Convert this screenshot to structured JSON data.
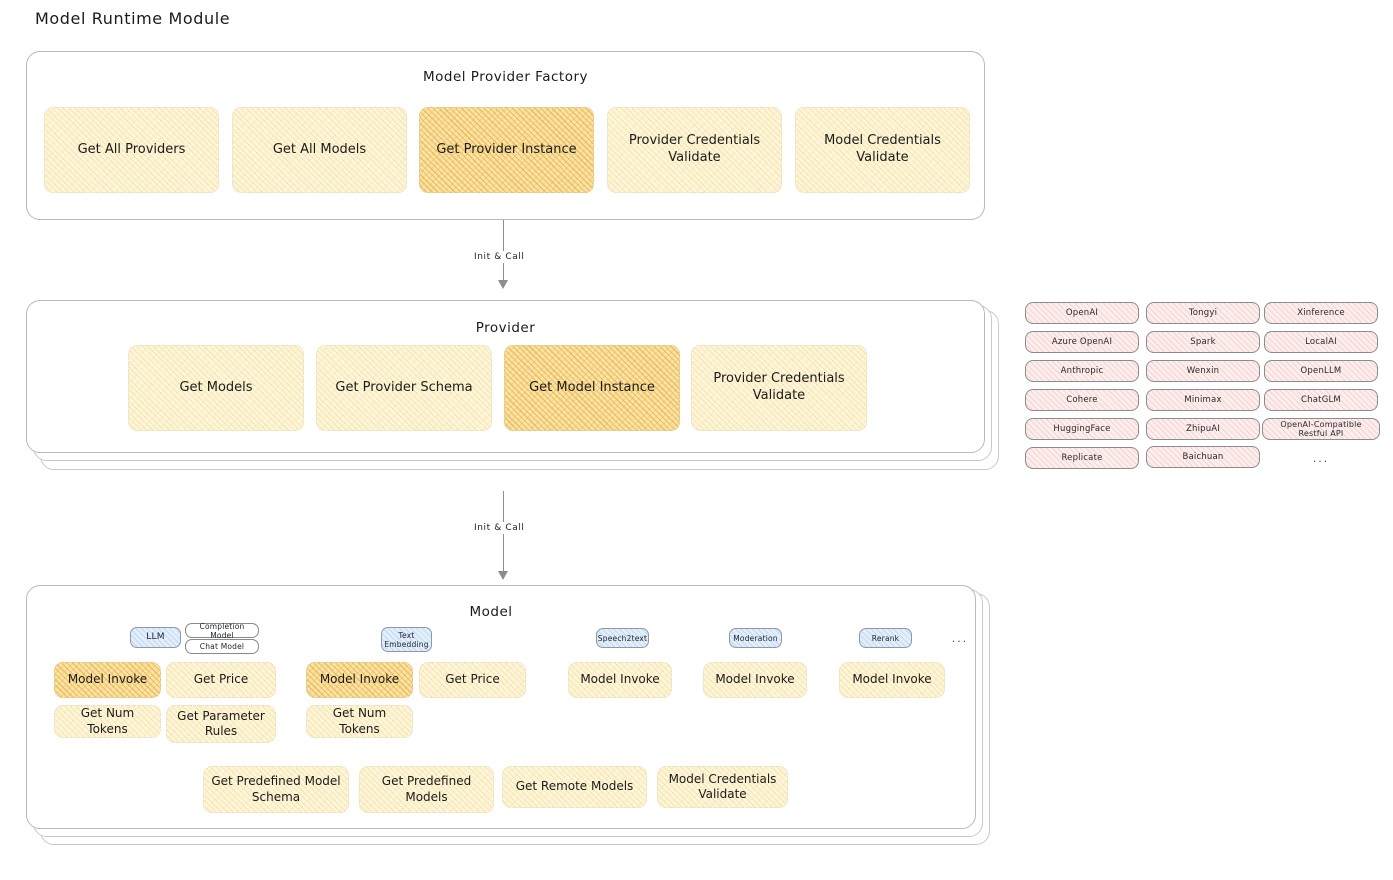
{
  "page": {
    "title": "Model Runtime Module"
  },
  "factory": {
    "title": "Model Provider Factory",
    "boxes": [
      {
        "label": "Get All Providers",
        "highlight": false
      },
      {
        "label": "Get All Models",
        "highlight": false
      },
      {
        "label": "Get Provider Instance",
        "highlight": true
      },
      {
        "label": "Provider Credentials Validate",
        "highlight": false
      },
      {
        "label": "Model Credentials Validate",
        "highlight": false
      }
    ]
  },
  "arrows": [
    {
      "label": "Init & Call"
    },
    {
      "label": "Init & Call"
    }
  ],
  "provider": {
    "title": "Provider",
    "boxes": [
      {
        "label": "Get Models",
        "highlight": false
      },
      {
        "label": "Get Provider Schema",
        "highlight": false
      },
      {
        "label": "Get Model Instance",
        "highlight": true
      },
      {
        "label": "Provider Credentials Validate",
        "highlight": false
      }
    ]
  },
  "provider_list": {
    "columns": [
      [
        "OpenAI",
        "Azure OpenAI",
        "Anthropic",
        "Cohere",
        "HuggingFace",
        "Replicate"
      ],
      [
        "Tongyi",
        "Spark",
        "Wenxin",
        "Minimax",
        "ZhipuAI",
        "Baichuan"
      ],
      [
        "Xinference",
        "LocalAI",
        "OpenLLM",
        "ChatGLM",
        "OpenAI-Compatible Restful API"
      ]
    ],
    "more": "..."
  },
  "model": {
    "title": "Model",
    "more": "...",
    "types": [
      {
        "name": "LLM",
        "sub_badges": [
          "Completion Model",
          "Chat Model"
        ],
        "methods": [
          {
            "label": "Model Invoke",
            "highlight": true
          },
          {
            "label": "Get Price",
            "highlight": false
          },
          {
            "label": "Get Num Tokens",
            "highlight": false
          },
          {
            "label": "Get Parameter Rules",
            "highlight": false
          }
        ]
      },
      {
        "name": "Text Embedding",
        "sub_badges": [],
        "methods": [
          {
            "label": "Model Invoke",
            "highlight": true
          },
          {
            "label": "Get Price",
            "highlight": false
          },
          {
            "label": "Get Num Tokens",
            "highlight": false
          }
        ]
      },
      {
        "name": "Speech2text",
        "sub_badges": [],
        "methods": [
          {
            "label": "Model Invoke",
            "highlight": false
          }
        ]
      },
      {
        "name": "Moderation",
        "sub_badges": [],
        "methods": [
          {
            "label": "Model Invoke",
            "highlight": false
          }
        ]
      },
      {
        "name": "Rerank",
        "sub_badges": [],
        "methods": [
          {
            "label": "Model Invoke",
            "highlight": false
          }
        ]
      }
    ],
    "shared_methods": [
      "Get Predefined Model Schema",
      "Get Predefined Models",
      "Get Remote Models",
      "Model Credentials Validate"
    ]
  },
  "colors": {
    "highlight_fill": "#fbe3a8",
    "pale_fill": "#fdf6dd",
    "chip_fill": "#fdeeee",
    "badge_blue": "#e2eefb"
  }
}
